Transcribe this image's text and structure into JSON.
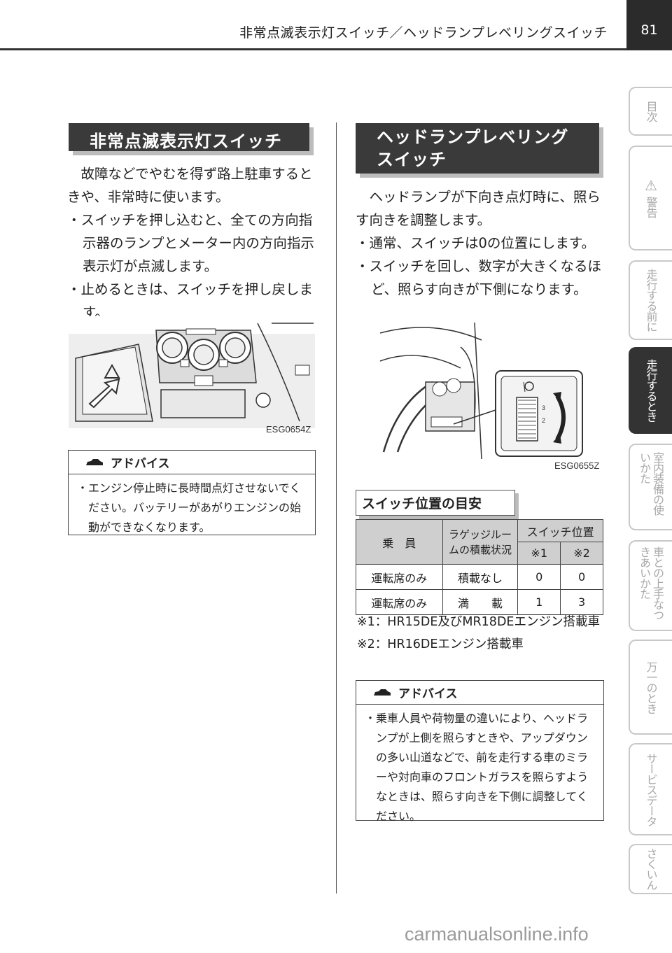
{
  "header": {
    "title": "非常点滅表示灯スイッチ／ヘッドランプレベリングスイッチ",
    "page_number": "81"
  },
  "nav_tabs": [
    {
      "label": "目次",
      "active": false
    },
    {
      "label": "警告",
      "icon": "warning-triangle-icon",
      "active": false
    },
    {
      "label": "走行する前に",
      "active": false
    },
    {
      "label": "走行するとき",
      "active": true
    },
    {
      "label": "室内装備の使いかた",
      "active": false
    },
    {
      "label": "車との上手なつきあいかた",
      "active": false
    },
    {
      "label": "万一のとき",
      "active": false
    },
    {
      "label": "サービスデータ",
      "active": false
    },
    {
      "label": "さくいん",
      "active": false
    }
  ],
  "left": {
    "heading": "非常点滅表示灯スイッチ",
    "intro": "故障などでやむを得ず路上駐車するときや、非常時に使います。",
    "bullets": [
      "・スイッチを押し込むと、全ての方向指示器のランプとメーター内の方向指示表示灯が点滅します。",
      "・止めるときは、スイッチを押し戻します。"
    ],
    "figure_caption": "ESG0654Z",
    "advice": {
      "title": "アドバイス",
      "icon": "car-icon",
      "items": [
        "・エンジン停止時に長時間点灯させないでください。バッテリーがあがりエンジンの始動ができなくなります。"
      ]
    }
  },
  "right": {
    "heading_line1": "ヘッドランプレベリング",
    "heading_line2": "スイッチ",
    "intro": "ヘッドランプが下向き点灯時に、照らす向きを調整します。",
    "bullets": [
      "・通常、スイッチは0の位置にします。",
      "・スイッチを回し、数字が大きくなるほど、照らす向きが下側になります。"
    ],
    "figure_caption": "ESG0655Z",
    "subheading": "スイッチ位置の目安",
    "table": {
      "col_passenger": "乗　員",
      "col_luggage": "ラゲッジルームの積載状況",
      "col_switch": "スイッチ位置",
      "col_note1": "※1",
      "col_note2": "※2",
      "rows": [
        {
          "passenger": "運転席のみ",
          "luggage": "積載なし",
          "v1": "0",
          "v2": "0"
        },
        {
          "passenger": "運転席のみ",
          "luggage": "満　　載",
          "v1": "1",
          "v2": "3"
        }
      ]
    },
    "notes": [
      "※1：HR15DE及びMR18DEエンジン搭載車",
      "※2：HR16DEエンジン搭載車"
    ],
    "advice": {
      "title": "アドバイス",
      "icon": "car-icon",
      "items": [
        "・乗車人員や荷物量の違いにより、ヘッドランプが上側を照らすときや、アップダウンの多い山道などで、前を走行する車のミラーや対向車のフロントガラスを照らすようなときは、照らす向きを下側に調整してください。"
      ]
    }
  },
  "watermark": "carmanualsonline.info"
}
